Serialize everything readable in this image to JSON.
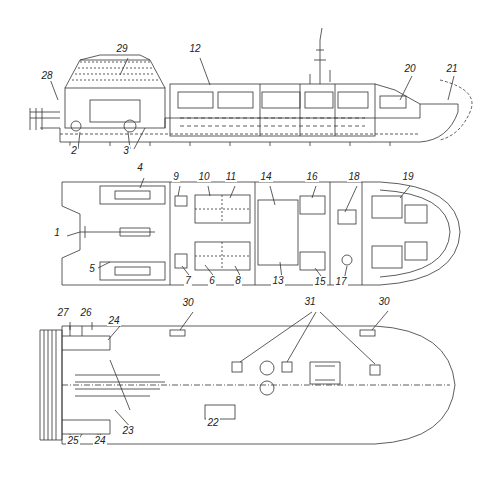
{
  "diagram": {
    "labels": [
      "28",
      "29",
      "12",
      "20",
      "21",
      "2",
      "3",
      "4",
      "9",
      "10",
      "11",
      "14",
      "16",
      "18",
      "19",
      "1",
      "5",
      "7",
      "6",
      "8",
      "13",
      "15",
      "17",
      "27",
      "26",
      "24",
      "30",
      "31",
      "30",
      "25",
      "24",
      "23",
      "22"
    ]
  }
}
